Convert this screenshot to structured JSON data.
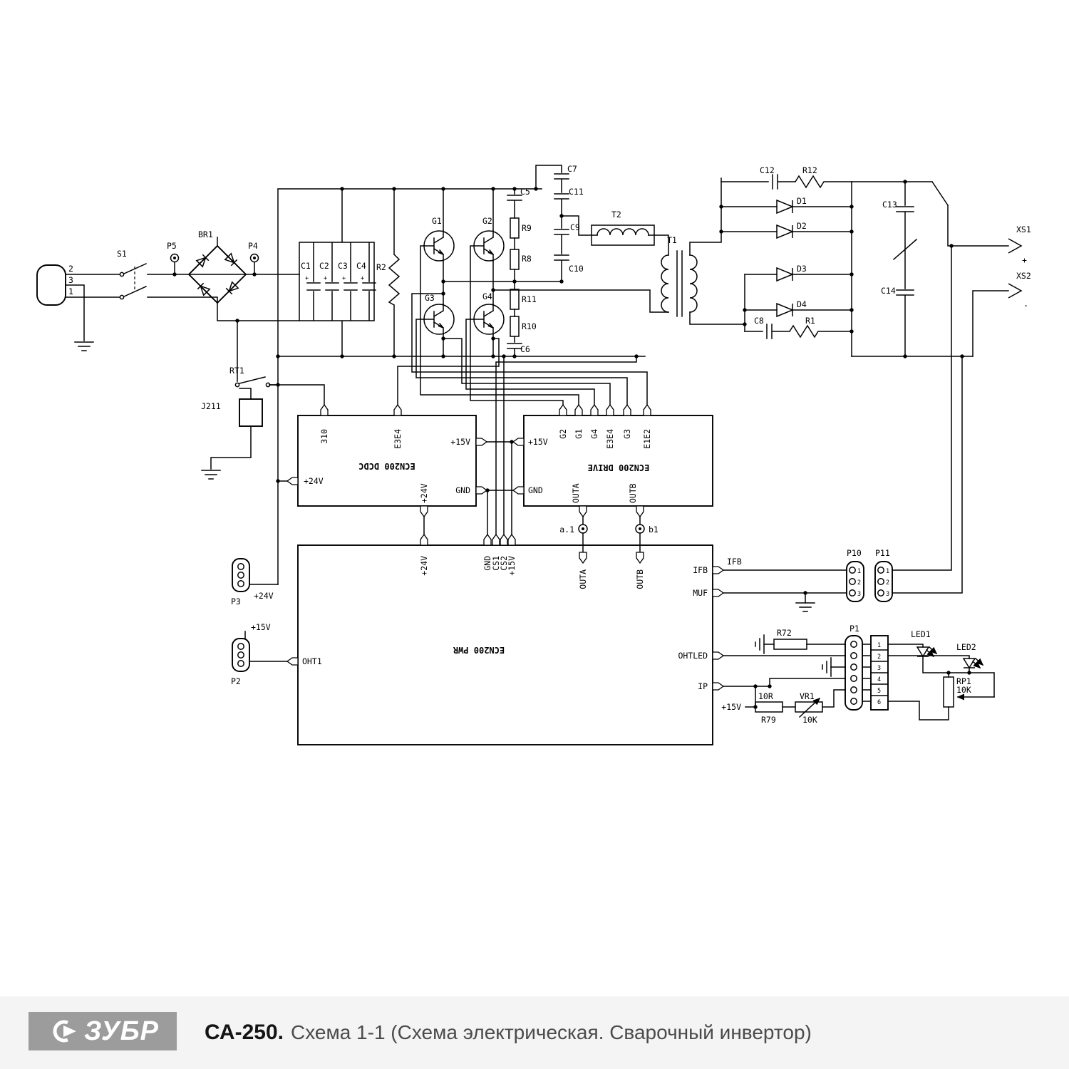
{
  "footer": {
    "logo_text": "ЗУБР",
    "model": "СА-250.",
    "subtitle": "Схема 1-1 (Схема электрическая. Сварочный инвертор)"
  },
  "labels": {
    "pp2": "2",
    "pp3": "3",
    "pp1": "1",
    "s1": "S1",
    "p5": "P5",
    "br1": "BR1",
    "p4": "P4",
    "c1": "C1",
    "c2": "C2",
    "c3": "C3",
    "c4": "C4",
    "cap_plus": "+",
    "r2": "R2",
    "g1": "G1",
    "g2": "G2",
    "g3": "G3",
    "g4": "G4",
    "c5": "C5",
    "c6": "C6",
    "r9": "R9",
    "r8": "R8",
    "r11": "R11",
    "r10": "R10",
    "c7": "C7",
    "c11": "C11",
    "c9": "C9",
    "c10": "C10",
    "t2": "T2",
    "t1": "T1",
    "c12": "C12",
    "r12": "R12",
    "d1": "D1",
    "d2": "D2",
    "d3": "D3",
    "d4": "D4",
    "c8": "C8",
    "r1": "R1",
    "c13": "C13",
    "c14": "C14",
    "xs1": "XS1",
    "xs1_sign": "+",
    "xs2": "XS2",
    "xs2_sign": "-",
    "rt1": "RT1",
    "j211": "J211",
    "p3": "P3",
    "p3_v": "+24V",
    "p2": "P2",
    "p2_v": "+15V",
    "dcdc_name": "ECN200 DCDC",
    "dcdc_310": "310",
    "dcdc_e3e4": "E3E4",
    "dcdc_15v": "+15V",
    "dcdc_gnd": "GND",
    "dcdc_24v": "+24V",
    "dcdc_24v_b": "+24V",
    "drive_name": "ECN200 DRIVE",
    "drive_15v": "+15V",
    "drive_gnd": "GND",
    "drive_g2": "G2",
    "drive_g1": "G1",
    "drive_g4": "G4",
    "drive_e3e4": "E3E4",
    "drive_g3": "G3",
    "drive_e1e2": "E1E2",
    "drive_outa": "OUTA",
    "drive_outb": "OUTB",
    "tp_a1": "a.1",
    "tp_b1": "b1",
    "outa": "OUTA",
    "outb": "OUTB",
    "pwr_name": "ECN200 PWR",
    "pwr_24v": "+24V",
    "pwr_gnd": "GND",
    "pwr_cs1": "CS1",
    "pwr_cs2": "CS2",
    "pwr_15v": "+15V",
    "pwr_oht1": "OHT1",
    "pwr_ifb": "IFB",
    "pwr_muf": "MUF",
    "pwr_ohtled": "OHTLED",
    "pwr_ip": "IP",
    "ifb_net": "IFB",
    "p10": "P10",
    "p11": "P11",
    "p1": "P1",
    "r72": "R72",
    "led1": "LED1",
    "led2": "LED2",
    "rp1": "RP1",
    "rp1_val": "10K",
    "r10r": "10R",
    "r79": "R79",
    "vr1": "VR1",
    "vr1_val": "10K",
    "v15": "+15V",
    "n1": "1",
    "n2": "2",
    "n3": "3",
    "n4": "4",
    "n5": "5",
    "n6": "6"
  }
}
